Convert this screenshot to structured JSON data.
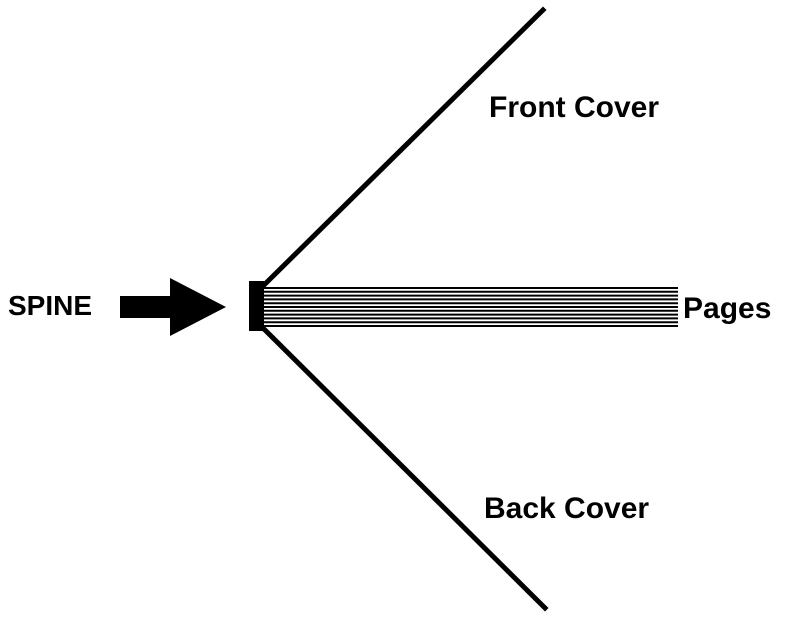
{
  "labels": {
    "front_cover": "Front Cover",
    "back_cover": "Back Cover",
    "spine": "SPINE",
    "pages": "Pages"
  },
  "page_lines": 11,
  "colors": {
    "ink": "#000000",
    "background": "#ffffff"
  },
  "icons": {
    "spine_pointer": "arrow-right-icon"
  }
}
